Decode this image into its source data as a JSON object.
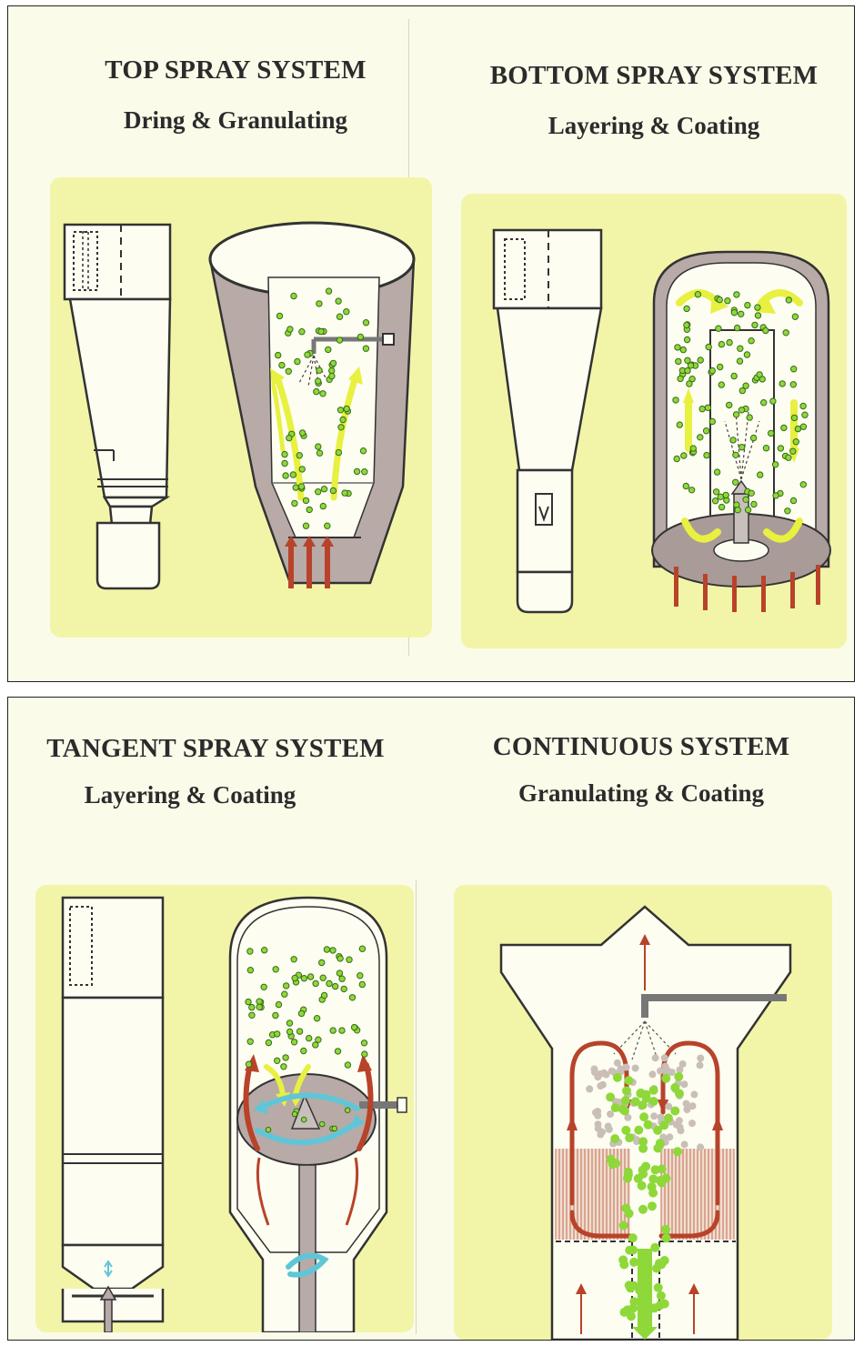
{
  "systems": [
    {
      "title": "TOP SPRAY SYSTEM",
      "subtitle": "Dring & Granulating"
    },
    {
      "title": "BOTTOM SPRAY SYSTEM",
      "subtitle": "Layering & Coating"
    },
    {
      "title": "TANGENT SPRAY SYSTEM",
      "subtitle": "Layering & Coating"
    },
    {
      "title": "CONTINUOUS SYSTEM",
      "subtitle": "Granulating & Coating"
    }
  ],
  "colors": {
    "card_bg": "#fbfbea",
    "panel_yellow": "#f2f5a8",
    "particle_green": "#8ed83a",
    "flow_yellow": "#e8f040",
    "air_red": "#b8432a",
    "swirl_blue": "#5fc6d8",
    "chamber_gray": "#b7aaa7"
  }
}
